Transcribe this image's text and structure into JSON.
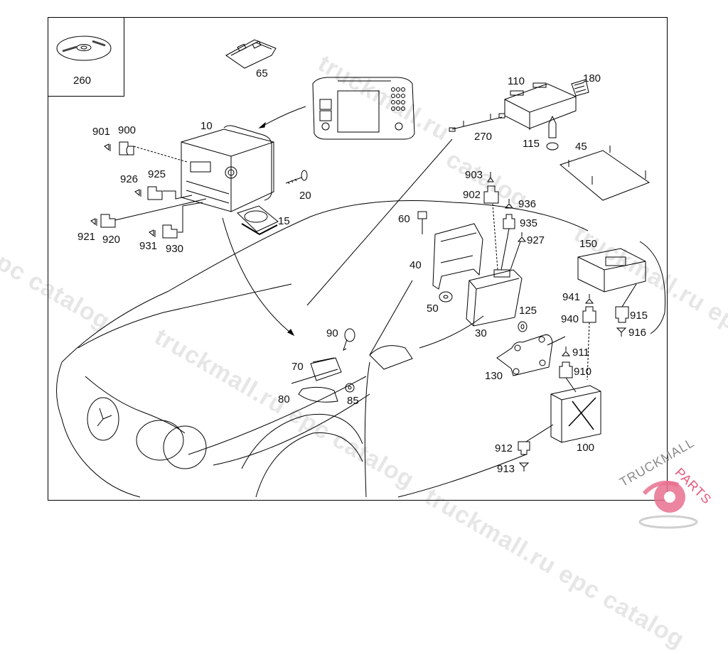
{
  "diagram": {
    "title": "Audio / navigation system parts diagram",
    "brand_color": "#e8567a",
    "callouts": {
      "p260": "260",
      "p65": "65",
      "p10": "10",
      "p901": "901",
      "p900": "900",
      "p926": "926",
      "p925": "925",
      "p921": "921",
      "p920": "920",
      "p931": "931",
      "p930": "930",
      "p20": "20",
      "p15": "15",
      "p110": "110",
      "p180": "180",
      "p270": "270",
      "p115": "115",
      "p45": "45",
      "p903": "903",
      "p902": "902",
      "p936": "936",
      "p935": "935",
      "p927": "927",
      "p60": "60",
      "p40": "40",
      "p50": "50",
      "p30": "30",
      "p125": "125",
      "p150": "150",
      "p941": "941",
      "p940": "940",
      "p915": "915",
      "p916": "916",
      "p911": "911",
      "p910": "910",
      "p130": "130",
      "p90": "90",
      "p70": "70",
      "p80": "80",
      "p85": "85",
      "p912": "912",
      "p913": "913",
      "p100": "100"
    },
    "watermarks": {
      "w1": "epc catalog",
      "w2": "truckmall.ru epc catalog",
      "w3": "truckmall.ru",
      "w4": "catalog",
      "w5": "truckmall.ru epc catalog",
      "w6": "truckmall.ru epc"
    },
    "logo": {
      "part1": "TRUCKMALL",
      "part2": "PARTS"
    }
  }
}
